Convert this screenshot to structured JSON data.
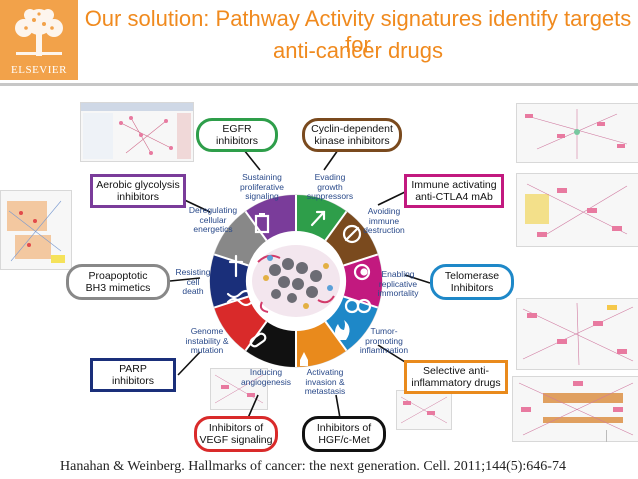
{
  "logo": {
    "wordmark": "ELSEVIER"
  },
  "title": {
    "line1": "Our solution: Pathway Activity signatures identify targets for",
    "line2": "anti-cancer drugs"
  },
  "colors": {
    "title": "#f08a1e",
    "logo_bg": "#f2a24a",
    "green": "#2e9e4a",
    "brown": "#7a4a1e",
    "pink": "#c2197f",
    "blue": "#1e88c8",
    "orange": "#e98a1c",
    "black": "#111111",
    "red": "#d92a2a",
    "purple": "#7a3c9a",
    "navy": "#1a2f7a",
    "gray": "#888888",
    "text_blue": "#2a4a8a"
  },
  "hallmarks": [
    {
      "id": "proliferative",
      "text": "Sustaining\nproliferative\nsignaling"
    },
    {
      "id": "growth",
      "text": "Evading\ngrowth\nsuppressors"
    },
    {
      "id": "immune",
      "text": "Avoiding\nimmune\ndestruction"
    },
    {
      "id": "immortality",
      "text": "Enabling\nreplicative\nimmortality"
    },
    {
      "id": "inflammation",
      "text": "Tumor-\npromoting\ninflammation"
    },
    {
      "id": "invasion",
      "text": "Activating\ninvasion &\nmetastasis"
    },
    {
      "id": "angiogenesis",
      "text": "Inducing\nangiogenesis"
    },
    {
      "id": "genome",
      "text": "Genome\ninstability &\nmutation"
    },
    {
      "id": "cell-death",
      "text": "Resisting\ncell\ndeath"
    },
    {
      "id": "energetics",
      "text": "Deregulating\ncellular\nenergetics"
    }
  ],
  "drugs": [
    {
      "id": "egfr",
      "text": "EGFR\ninhibitors"
    },
    {
      "id": "cdk",
      "text": "Cyclin-dependent\nkinase inhibitors"
    },
    {
      "id": "ctla4",
      "text": "Immune activating\nanti-CTLA4 mAb"
    },
    {
      "id": "telomerase",
      "text": "Telomerase\nInhibitors"
    },
    {
      "id": "anti-inflammatory",
      "text": "Selective anti-\ninflammatory drugs"
    },
    {
      "id": "hgf",
      "text": "Inhibitors of\nHGF/c-Met"
    },
    {
      "id": "vegf",
      "text": "Inhibitors of\nVEGF signaling"
    },
    {
      "id": "parp",
      "text": "PARP\ninhibitors"
    },
    {
      "id": "bh3",
      "text": "Proapoptotic\nBH3 mimetics"
    },
    {
      "id": "glycolysis",
      "text": "Aerobic glycolysis\ninhibitors"
    }
  ],
  "citation": "Hanahan & Weinberg. Hallmarks of cancer: the next generation. Cell. 2011;144(5):646-74"
}
